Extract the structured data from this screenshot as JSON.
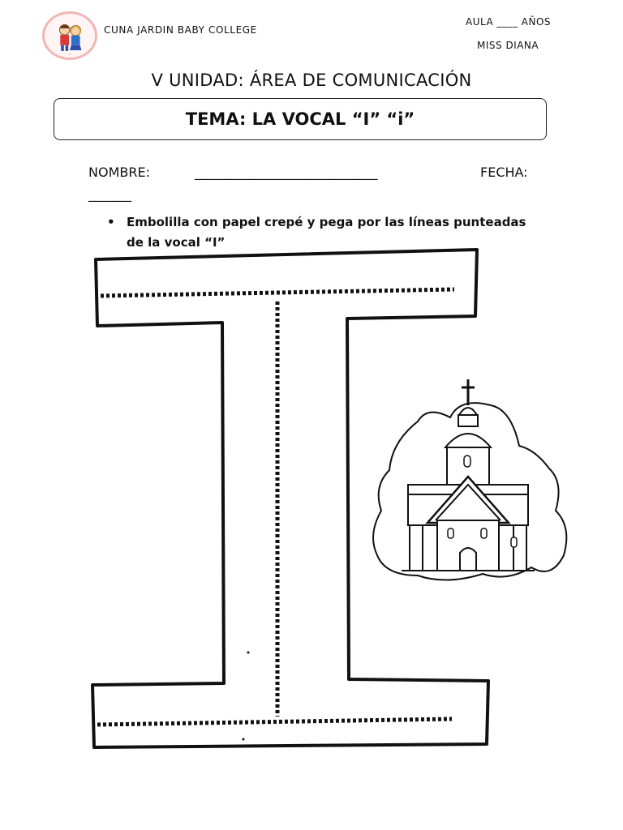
{
  "header": {
    "school_name": "CUNA JARDIN BABY COLLEGE",
    "classroom": "AULA ____ AÑOS",
    "teacher": "MISS DIANA",
    "logo_icon": "kids-logo-icon"
  },
  "unit_title": "V UNIDAD: ÁREA DE COMUNICACIÓN",
  "topic": "TEMA: LA VOCAL “I” “i”",
  "form": {
    "name_label": "NOMBRE:",
    "name_line": "______________________________",
    "date_label": "FECHA:",
    "date_line": "_______"
  },
  "instruction": {
    "bullet": "•",
    "text": "Embolilla con papel crepé y pega por las líneas punteadas de la vocal “I”"
  },
  "illustration": {
    "letter_icon": "letter-i-outline",
    "picture_icon": "church-icon"
  },
  "colors": {
    "text": "#111111",
    "logo_ring": "#f2b6b6"
  }
}
